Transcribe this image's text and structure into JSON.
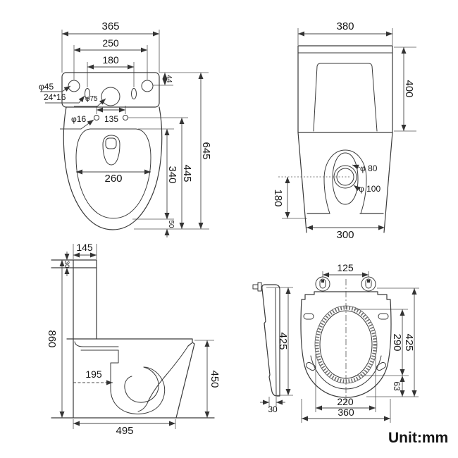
{
  "unit_label": "Unit:mm",
  "top_view": {
    "d365": "365",
    "d250": "250",
    "d180": "180",
    "d44": "44",
    "phi45": "φ45",
    "oval_24x16": "24*16",
    "phi75": "φ75",
    "phi16": "φ16",
    "d135": "135",
    "d260": "260",
    "d340": "340",
    "d50": "50",
    "d445": "445",
    "d645": "645"
  },
  "front_view": {
    "d380": "380",
    "d400": "400",
    "d180": "180",
    "phi80": "φ 80",
    "phi100": "φ 100",
    "d300": "300"
  },
  "side_view": {
    "d145": "145",
    "d30": "30",
    "d860": "860",
    "d195": "195",
    "d450": "450",
    "d495": "495"
  },
  "seat_view": {
    "d125": "125",
    "d425_left": "425",
    "d30": "30",
    "d290": "290",
    "d63": "63",
    "d425_right": "425",
    "d220": "220",
    "d360": "360"
  }
}
